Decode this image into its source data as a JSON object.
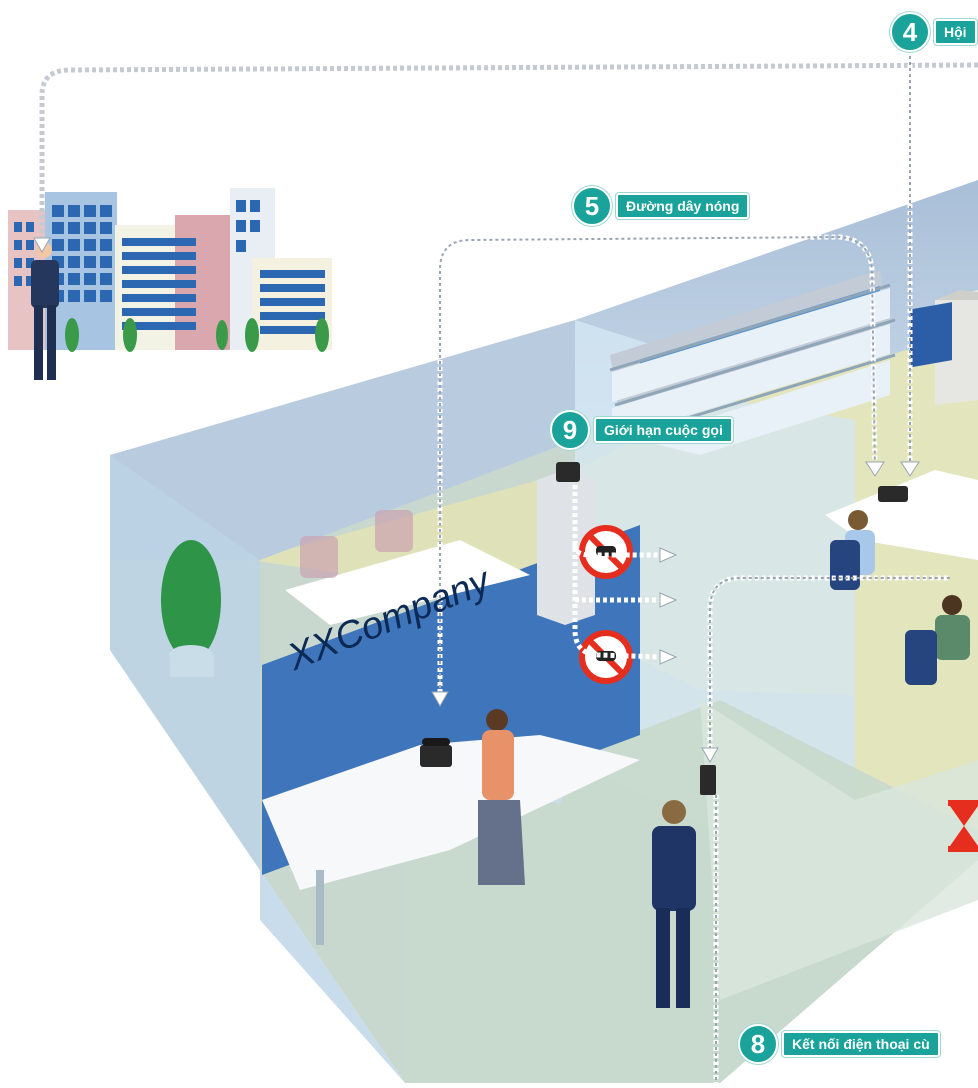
{
  "callouts": {
    "c4": {
      "num": "4",
      "label": "Hội"
    },
    "c5": {
      "num": "5",
      "label": "Đường dây nóng"
    },
    "c9": {
      "num": "9",
      "label": "Giới hạn cuộc gọi"
    },
    "c8": {
      "num": "8",
      "label": "Kết nối điện thoại cù"
    }
  },
  "sign": {
    "text": "XXCompany"
  },
  "colors": {
    "teal": "#1aa39a",
    "wall_blue": "#4a7fc0",
    "floor": "#dfe2b8",
    "glass": "#cfe6f2",
    "no_call_red": "#e62e1f"
  },
  "icons": [
    "building-icon",
    "person-icon",
    "telephone-icon",
    "no-call-icon",
    "plant-icon",
    "printer-icon",
    "hourglass-icon",
    "card-reader-icon"
  ]
}
